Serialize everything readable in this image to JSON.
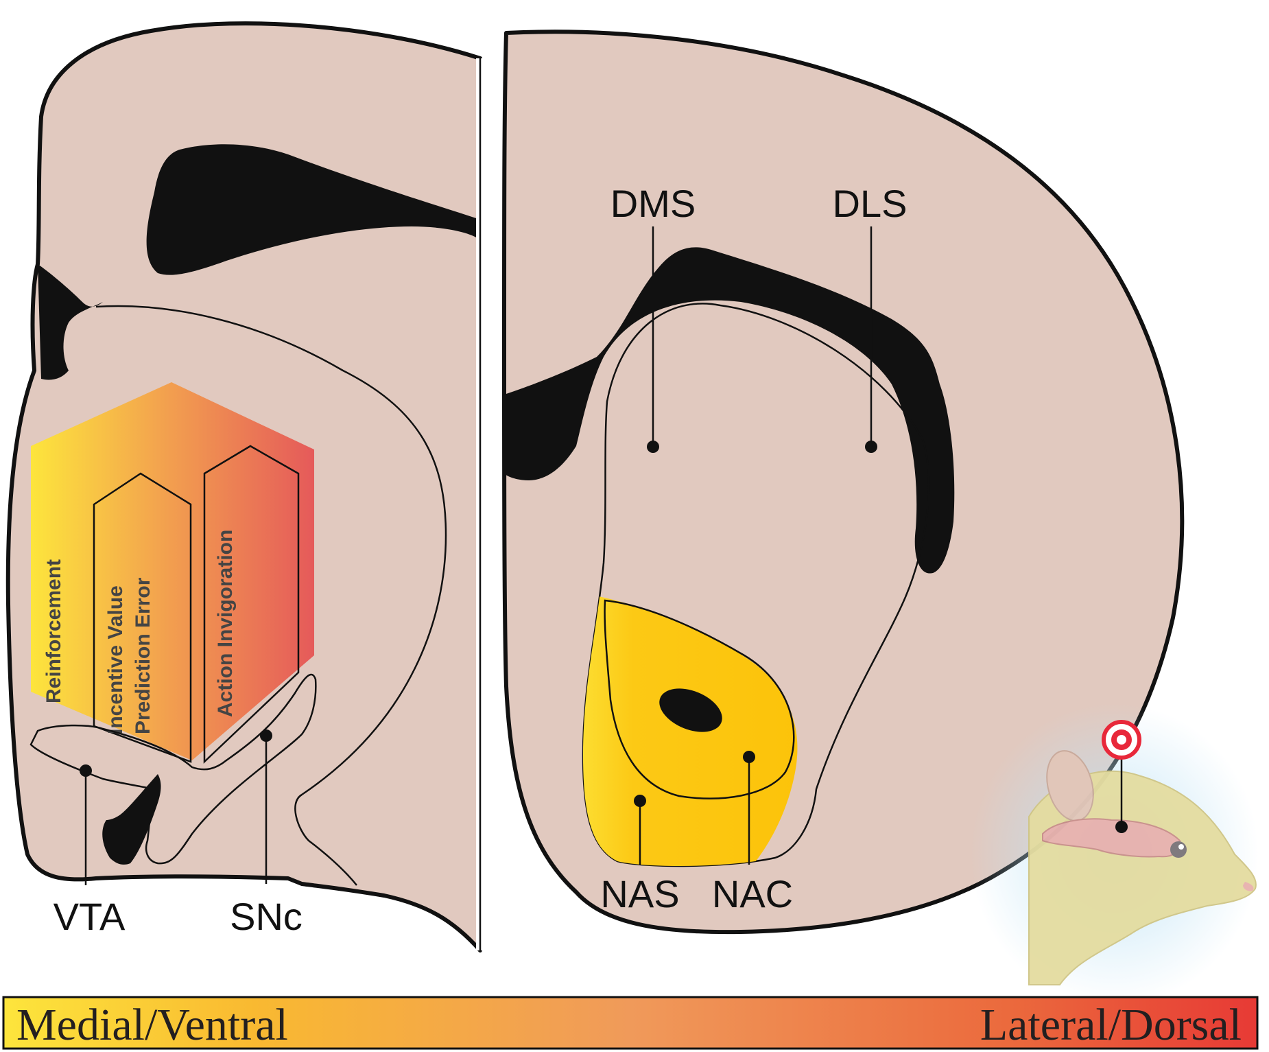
{
  "regions": {
    "dms": "DMS",
    "dls": "DLS",
    "nas": "NAS",
    "nac": "NAC",
    "vta": "VTA",
    "snc": "SNc"
  },
  "functions": {
    "reinforcement": "Reinforcement",
    "incentive_line1": "Incentive Value",
    "incentive_line2": "Prediction Error",
    "invigoration": "Action Invigoration"
  },
  "gradient_bar": {
    "left_label": "Medial/Ventral",
    "right_label": "Lateral/Dorsal"
  },
  "colors": {
    "tissue": "#e1c9bf",
    "yellow": "#fde53c",
    "orange": "#f09a5a",
    "red": "#e73a35",
    "outline": "#111111"
  },
  "icons": {
    "target": "target-marker-icon",
    "rodent": "rodent-head-icon"
  }
}
